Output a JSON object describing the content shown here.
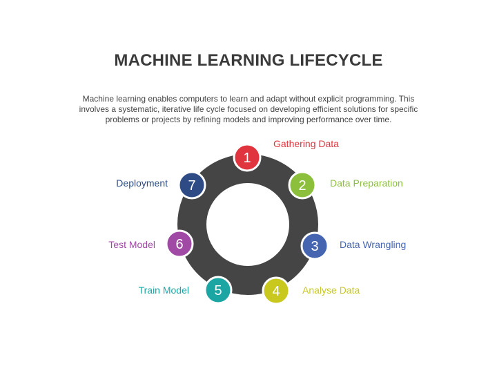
{
  "title": "MACHINE LEARNING LIFECYCLE",
  "description": "Machine learning enables computers to learn and adapt without explicit programming. This involves a systematic, iterative life cycle focused on developing efficient solutions for specific problems or projects by refining models and improving performance over time.",
  "colors": {
    "ring": "#454545",
    "circle_border": "#ffffff"
  },
  "steps": [
    {
      "number": "1",
      "label": "Gathering Data",
      "color": "#e0353f"
    },
    {
      "number": "2",
      "label": "Data Preparation",
      "color": "#8cbf3b"
    },
    {
      "number": "3",
      "label": "Data Wrangling",
      "color": "#4565b0"
    },
    {
      "number": "4",
      "label": "Analyse Data",
      "color": "#c8c81e"
    },
    {
      "number": "5",
      "label": "Train Model",
      "color": "#1ba6a3"
    },
    {
      "number": "6",
      "label": "Test Model",
      "color": "#a04aa5"
    },
    {
      "number": "7",
      "label": "Deployment",
      "color": "#2e4b86"
    }
  ]
}
